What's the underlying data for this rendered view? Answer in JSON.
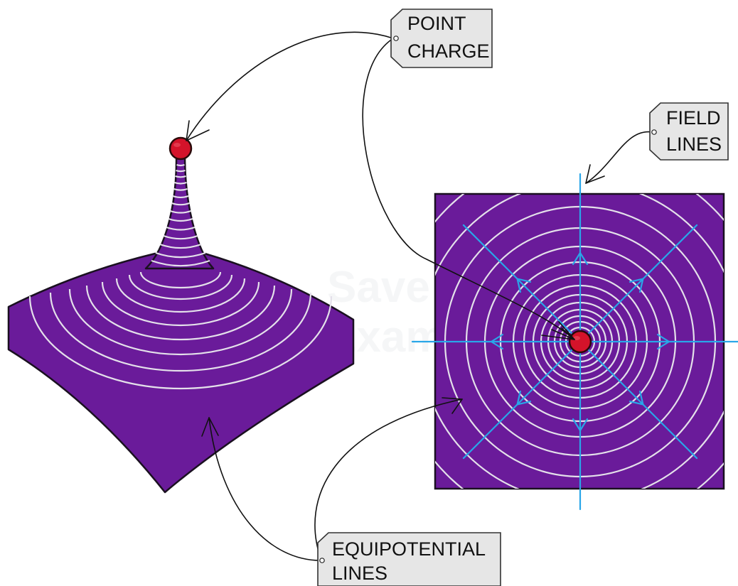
{
  "labels": {
    "point_charge": [
      "POINT",
      "CHARGE"
    ],
    "field_lines": [
      "FIELD",
      "LINES"
    ],
    "equipotential_lines": [
      "EQUIPOTENTIAL",
      "LINES"
    ]
  },
  "watermark": [
    "Save",
    "Exam"
  ],
  "colors": {
    "surface": "#6a1b9a",
    "surface_outline": "#1a1020",
    "equipotential": "#e4e0ea",
    "field_line": "#29a6e8",
    "charge_fill": "#d4132a",
    "tag_fill": "#e6e6e6"
  },
  "diagram": {
    "left_view": "3d-potential-surface",
    "right_view": "top-down-field",
    "field_line_count": 8,
    "equipotential_ring_count": 14
  }
}
